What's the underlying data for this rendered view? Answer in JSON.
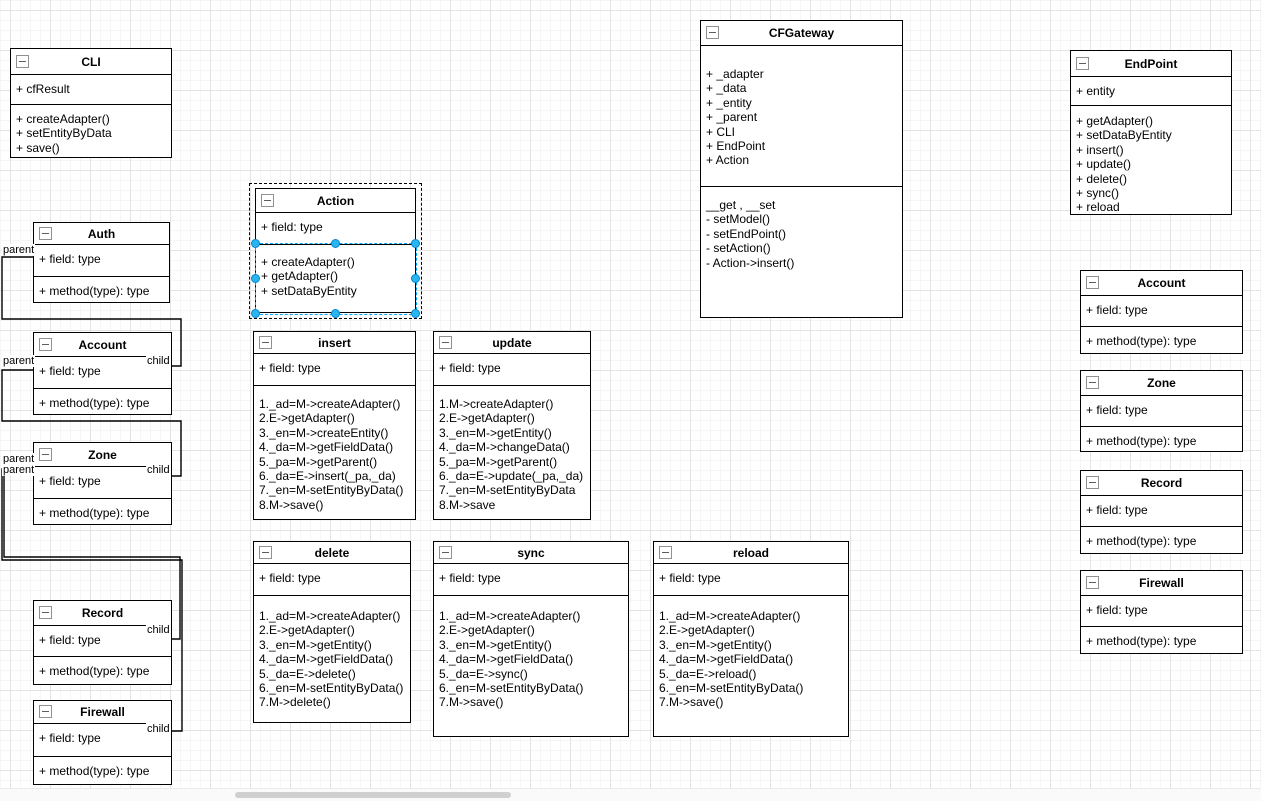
{
  "classes": {
    "cli": {
      "title": "CLI",
      "attributes": [
        "+ cfResult"
      ],
      "methods": [
        "+ createAdapter()",
        "+ setEntityByData",
        "+ save()"
      ]
    },
    "auth": {
      "title": "Auth",
      "attributes": [
        "+ field: type"
      ],
      "methods": [
        "+ method(type): type"
      ]
    },
    "account_left": {
      "title": "Account",
      "attributes": [
        "+ field: type"
      ],
      "methods": [
        "+ method(type): type"
      ]
    },
    "zone_left": {
      "title": "Zone",
      "attributes": [
        "+ field: type"
      ],
      "methods": [
        "+ method(type): type"
      ]
    },
    "record_left": {
      "title": "Record",
      "attributes": [
        "+ field: type"
      ],
      "methods": [
        "+ method(type): type"
      ]
    },
    "firewall_left": {
      "title": "Firewall",
      "attributes": [
        "+ field: type"
      ],
      "methods": [
        "+ method(type): type"
      ]
    },
    "action": {
      "title": "Action",
      "attributes": [
        "+ field: type"
      ],
      "methods": [
        "+ createAdapter()",
        "+ getAdapter()",
        "+ setDataByEntity"
      ]
    },
    "insert": {
      "title": "insert",
      "attributes": [
        "+ field: type"
      ],
      "methods": [
        "1._ad=M->createAdapter()",
        "2.E->getAdapter()",
        "3._en=M->createEntity()",
        "4._da=M->getFieldData()",
        "5._pa=M->getParent()",
        "6._da=E->insert(_pa,_da)",
        "7._en=M-setEntityByData()",
        "8.M->save()"
      ]
    },
    "update": {
      "title": "update",
      "attributes": [
        "+ field: type"
      ],
      "methods": [
        "1.M->createAdapter()",
        "2.E->getAdapter()",
        "3._en=M->getEntity()",
        "4._da=M->changeData()",
        "5._pa=M->getParent()",
        "6._da=E->update(_pa,_da)",
        "7._en=M-setEntityByData",
        "8.M->save"
      ]
    },
    "delete": {
      "title": "delete",
      "attributes": [
        "+ field: type"
      ],
      "methods": [
        "1._ad=M->createAdapter()",
        "2.E->getAdapter()",
        "3._en=M->getEntity()",
        "4._da=M->getFieldData()",
        "5._da=E->delete()",
        "6._en=M-setEntityByData()",
        "7.M->delete()"
      ]
    },
    "sync": {
      "title": "sync",
      "attributes": [
        "+ field: type"
      ],
      "methods": [
        "1._ad=M->createAdapter()",
        "2.E->getAdapter()",
        "3._en=M->getEntity()",
        "4._da=M->getFieldData()",
        "5._da=E->sync()",
        "6._en=M-setEntityByData()",
        "7.M->save()"
      ]
    },
    "reload": {
      "title": "reload",
      "attributes": [
        "+ field: type"
      ],
      "methods": [
        "1._ad=M->createAdapter()",
        "2.E->getAdapter()",
        "3._en=M->getEntity()",
        "4._da=M->getFieldData()",
        "5._da=E->reload()",
        "6._en=M-setEntityByData()",
        "7.M->save()"
      ]
    },
    "cfgateway": {
      "title": "CFGateway",
      "attributes": [
        "+ _adapter",
        "+ _data",
        "+ _entity",
        "+ _parent",
        "+ CLI",
        "+ EndPoint",
        "+ Action"
      ],
      "methods": [
        "__get , __set",
        "- setModel()",
        "- setEndPoint()",
        "- setAction()",
        "- Action->insert()"
      ]
    },
    "endpoint": {
      "title": "EndPoint",
      "attributes": [
        "+ entity"
      ],
      "methods": [
        "+ getAdapter()",
        "+ setDataByEntity",
        "+ insert()",
        "+ update()",
        "+ delete()",
        "+ sync()",
        "+ reload"
      ]
    },
    "account_right": {
      "title": "Account",
      "attributes": [
        "+ field: type"
      ],
      "methods": [
        "+ method(type): type"
      ]
    },
    "zone_right": {
      "title": "Zone",
      "attributes": [
        "+ field: type"
      ],
      "methods": [
        "+ method(type): type"
      ]
    },
    "record_right": {
      "title": "Record",
      "attributes": [
        "+ field: type"
      ],
      "methods": [
        "+ method(type): type"
      ]
    },
    "firewall_right": {
      "title": "Firewall",
      "attributes": [
        "+ field: type"
      ],
      "methods": [
        "+ method(type): type"
      ]
    }
  },
  "labels": {
    "auth_parent": "parent",
    "account_parent": "parent",
    "account_child": "child",
    "zone_parent1": "parent",
    "zone_parent2": "parent",
    "zone_child": "child",
    "record_child": "child",
    "firewall_child": "child"
  },
  "icons": {
    "collapse": "minus-square"
  },
  "colors": {
    "selection_handle": "#29b6f2",
    "selection_outline": "#00a8ff",
    "edge": "#000000",
    "grid_major": "#e4e2e2",
    "grid_minor": "#f6f4f4"
  }
}
